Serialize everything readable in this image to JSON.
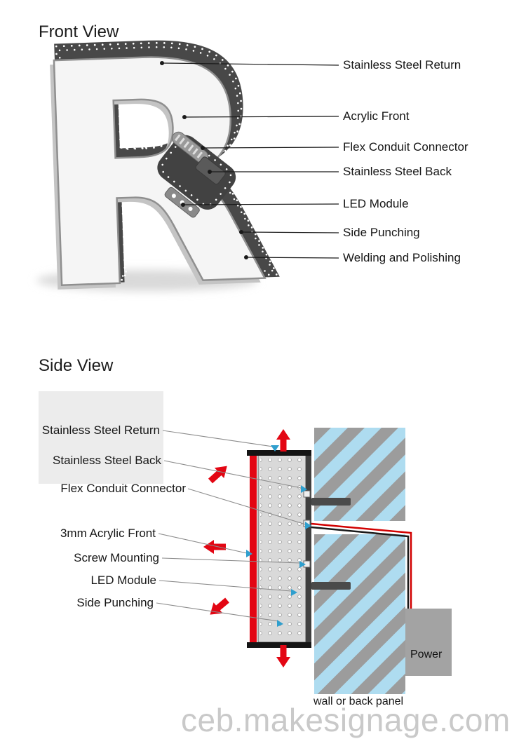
{
  "front_view": {
    "title": "Front View",
    "letter": "R",
    "labels": [
      "Stainless Steel Return",
      "Acrylic Front",
      "Flex Conduit Connector",
      "Stainless Steel Back",
      "LED Module",
      "Side Punching",
      "Welding and Polishing"
    ]
  },
  "side_view": {
    "title": "Side View",
    "labels": [
      "Stainless Steel Return",
      "Stainless Steel Back",
      "Flex Conduit Connector",
      "3mm Acrylic Front",
      "Screw Mounting",
      "LED Module",
      "Side Punching"
    ],
    "power_label": "Power",
    "wall_label": "wall or back panel"
  },
  "watermark": "ceb.makesignage.com",
  "colors": {
    "accent_red": "#e30613",
    "wall_blue": "#aedcf0",
    "wall_stripe": "#9c9c9c",
    "marker_blue": "#2f9fce",
    "return_dark": "#484848",
    "face_light": "#f5f5f5",
    "bevel_gray": "#c4c4c4",
    "wire_red": "#d10000",
    "wire_black": "#1a1a1a",
    "power_box_gray": "#a3a3a3",
    "channel_gray": "#d9d9d9"
  }
}
